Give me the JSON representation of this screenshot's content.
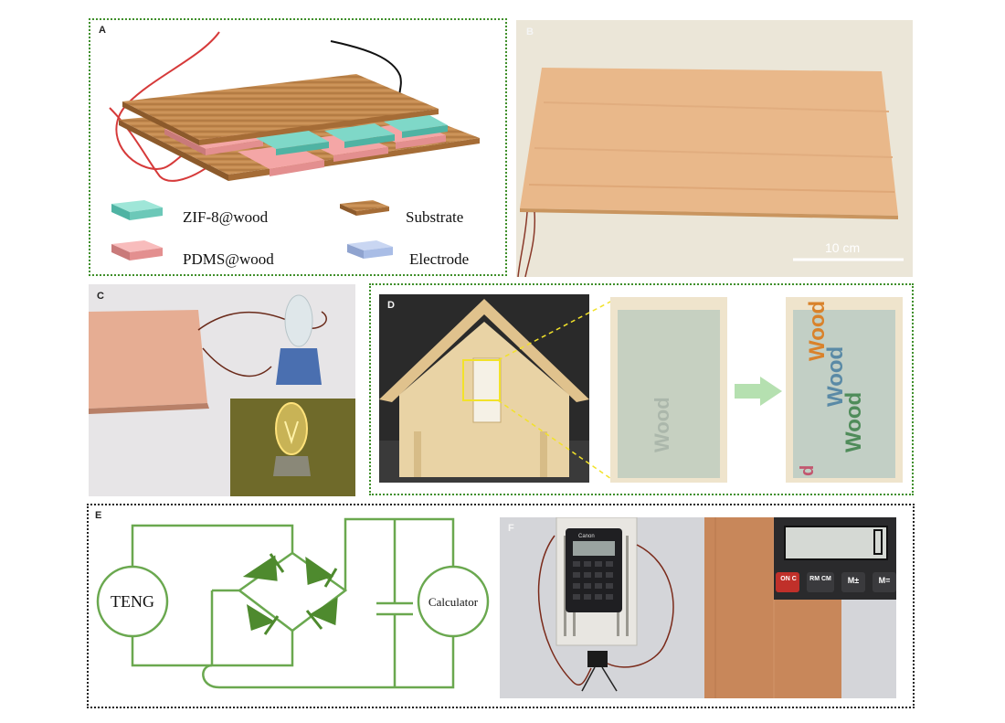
{
  "panels": {
    "a": {
      "letter": "A",
      "legend": {
        "zif": "ZIF-8@wood",
        "substrate": "Substrate",
        "pdms": "PDMS@wood",
        "electrode": "Electrode"
      }
    },
    "b": {
      "letter": "B",
      "scale_bar": "10 cm"
    },
    "c": {
      "letter": "C"
    },
    "d": {
      "letter": "D",
      "wood_word": "Wood"
    },
    "e": {
      "letter": "E",
      "source_label": "TENG",
      "load_label": "Calculator"
    },
    "f": {
      "letter": "F",
      "calc_brand": "Canon",
      "calc_keys": [
        "ON C",
        "RM CM",
        "M±",
        "M="
      ]
    }
  },
  "colors": {
    "panel_border_green": "#3f8f2a",
    "panel_border_black": "#222222",
    "circuit_green": "#6aa84f",
    "diode_green": "#4e8a2e",
    "zif_color": "#7fd8c8",
    "pdms_color": "#f4a6a6",
    "substrate_color": "#b7793e",
    "electrode_color": "#a9bde6"
  }
}
